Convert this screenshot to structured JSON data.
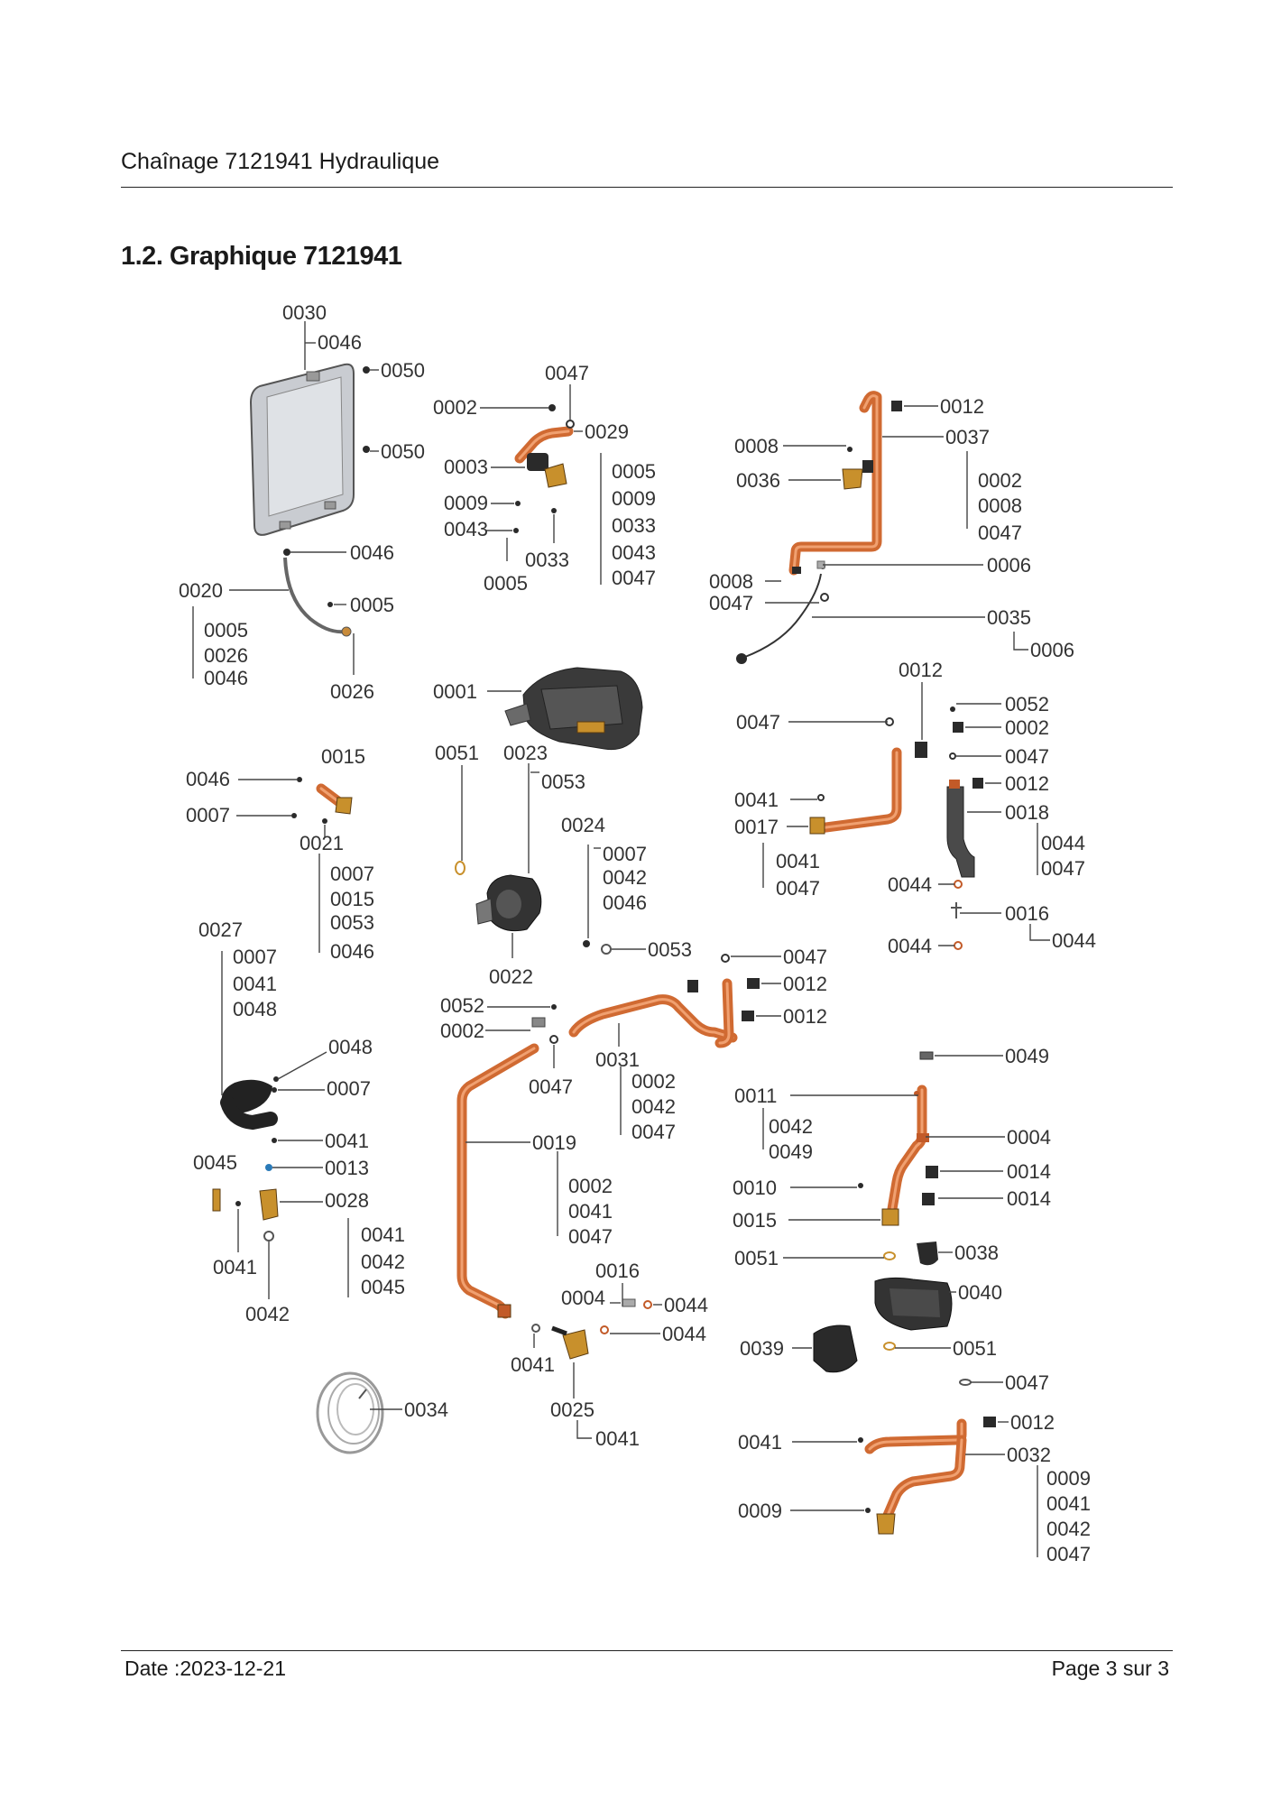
{
  "header": {
    "title": "Chaînage 7121941 Hydraulique"
  },
  "section": {
    "title": "1.2. Graphique 7121941"
  },
  "footer": {
    "date": "Date :2023-12-21",
    "page": "Page 3 sur  3"
  },
  "callouts": {
    "vessel": [
      "0030",
      "0046",
      "0050",
      "0050",
      "0046",
      "0020",
      "0005",
      "0026",
      "0046",
      "0005",
      "0026"
    ],
    "block_top": [
      "0047",
      "0002",
      "0029",
      "0003",
      "0005",
      "0009",
      "0033",
      "0043",
      "0047",
      "0009",
      "0043",
      "0033",
      "0005"
    ],
    "pipe_0037": [
      "0012",
      "0037",
      "0008",
      "0036",
      "0002",
      "0008",
      "0047",
      "0006",
      "0008",
      "0047",
      "0035",
      "0006"
    ],
    "exchanger": [
      "0001",
      "0051",
      "0023",
      "0053",
      "0024",
      "0007",
      "0042",
      "0046",
      "0053",
      "0022"
    ],
    "elbow_0015": [
      "0015",
      "0046",
      "0007",
      "0021",
      "0007",
      "0015",
      "0053",
      "0046"
    ],
    "right_mid": [
      "0012",
      "0052",
      "0047",
      "0002",
      "0047",
      "0012",
      "0041",
      "0017",
      "0018",
      "0044",
      "0047",
      "0041",
      "0047",
      "0044",
      "0016",
      "0044",
      "0044"
    ],
    "hose_0027": [
      "0027",
      "0007",
      "0041",
      "0048",
      "0048",
      "0007",
      "0041",
      "0013",
      "0045",
      "0028",
      "0041",
      "0042",
      "0045",
      "0041",
      "0042"
    ],
    "pipe_0031": [
      "0047",
      "0012",
      "0012",
      "0052",
      "0002",
      "0047",
      "0031",
      "0002",
      "0042",
      "0047"
    ],
    "pipe_0019": [
      "0019",
      "0002",
      "0041",
      "0047"
    ],
    "valve_0025": [
      "0016",
      "0004",
      "0044",
      "0044",
      "0041",
      "0025",
      "0041"
    ],
    "pipe_0004": [
      "0049",
      "0011",
      "0042",
      "0049",
      "0004",
      "0014",
      "0014",
      "0010",
      "0015",
      "0051",
      "0038",
      "0040",
      "0039",
      "0051",
      "0047"
    ],
    "pipe_0032": [
      "0012",
      "0041",
      "0032",
      "0009",
      "0041",
      "0042",
      "0047",
      "0009"
    ],
    "coil": [
      "0034"
    ]
  }
}
